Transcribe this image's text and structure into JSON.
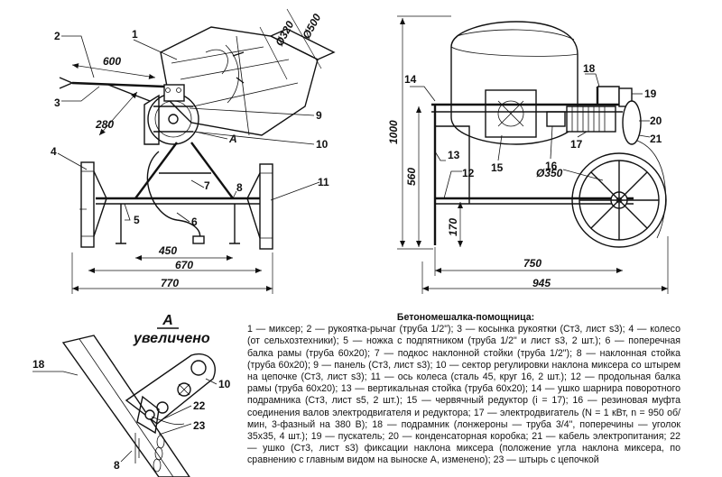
{
  "callouts": {
    "c1": "1",
    "c2": "2",
    "c3": "3",
    "c4": "4",
    "c5": "5",
    "c6": "6",
    "c7": "7",
    "c8": "8",
    "c9": "9",
    "c10": "10",
    "c11": "11",
    "c12": "12",
    "c13": "13",
    "c14": "14",
    "c15": "15",
    "c16": "16",
    "c17": "17",
    "c18": "18",
    "c19": "19",
    "c20": "20",
    "c21": "21",
    "d_c10": "10",
    "d_c8": "8",
    "d_c18": "18",
    "d_c22": "22",
    "d_c23": "23",
    "view_a": "A"
  },
  "dimensions": {
    "d600": "600",
    "d280": "280",
    "d320": "Ø320",
    "d500": "Ø500",
    "d450": "450",
    "d670": "670",
    "d770": "770",
    "d1000": "1000",
    "d560": "560",
    "d170": "170",
    "d350": "Ø350",
    "d750": "750",
    "d945": "945"
  },
  "detail": {
    "letter": "A",
    "word": "увеличено"
  },
  "legend": {
    "title": "Бетономешалка-помощница:",
    "body": "1 — миксер; 2 — рукоятка-рычаг (труба 1/2\"); 3 — косынка рукоятки (Ст3, лист s3); 4 — колесо (от сельхозтехники); 5 — ножка с подпятником (труба 1/2\" и лист s3, 2 шт.); 6 — поперечная балка рамы (труба 60х20); 7 — подкос наклонной стойки (труба 1/2\"); 8 — наклонная стойка (труба 60х20); 9 — панель (Ст3, лист s3); 10 — сектор регулировки наклона миксера со штырем на цепочке (Ст3, лист s3); 11 — ось колеса (сталь 45, круг 16, 2 шт.); 12 — продольная балка рамы (труба 60х20); 13 — вертикальная стойка (труба 60х20); 14 — ушко шарнира поворотного подрамника (Ст3, лист s5, 2 шт.); 15 — червячный редуктор (i = 17); 16 — резиновая муфта соединения валов электродвигателя и редуктора; 17 — электродвигатель (N = 1 кВт, n = 950 об/мин, 3-фазный на 380 В); 18 — подрамник (лонжероны — труба 3/4\", поперечины — уголок 35х35, 4 шт.); 19 — пускатель; 20 — конденсаторная коробка; 21 — кабель электропитания; 22 — ушко (Ст3, лист s3) фиксации наклона миксера (положение угла наклона миксера, по сравнению с главным видом на выноске А, изменено); 23 — штырь с цепочкой"
  }
}
